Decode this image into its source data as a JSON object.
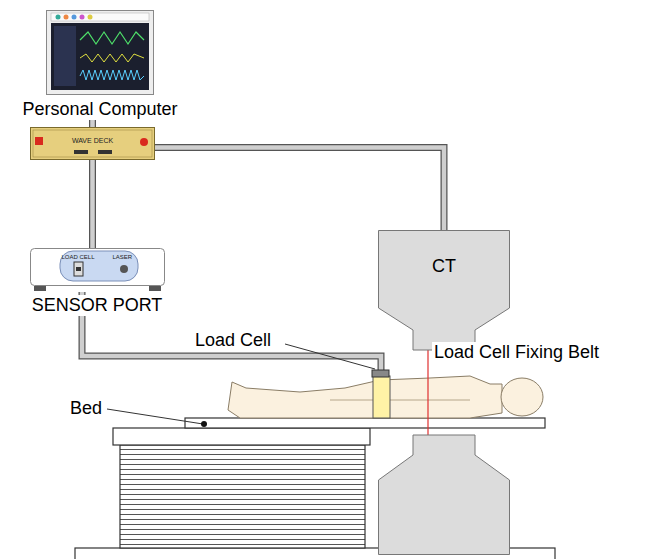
{
  "diagram": {
    "nodes": [
      {
        "text": [
          "Personal Computer"
        ]
      },
      {
        "text": [
          "WAVE DECK"
        ]
      },
      {
        "text": [
          "LOAD CELL",
          "LASER",
          "SENSOR PORT"
        ]
      },
      {
        "text": [
          "CT"
        ]
      }
    ],
    "edges": [
      {
        "from": 0,
        "to": 1,
        "arrow": "none"
      },
      {
        "from": 1,
        "to": 3,
        "arrow": "none"
      },
      {
        "from": 1,
        "to": 2,
        "arrow": "none"
      }
    ],
    "labels": [
      "Load Cell",
      "Load Cell Fixing Belt",
      "Bed"
    ]
  }
}
